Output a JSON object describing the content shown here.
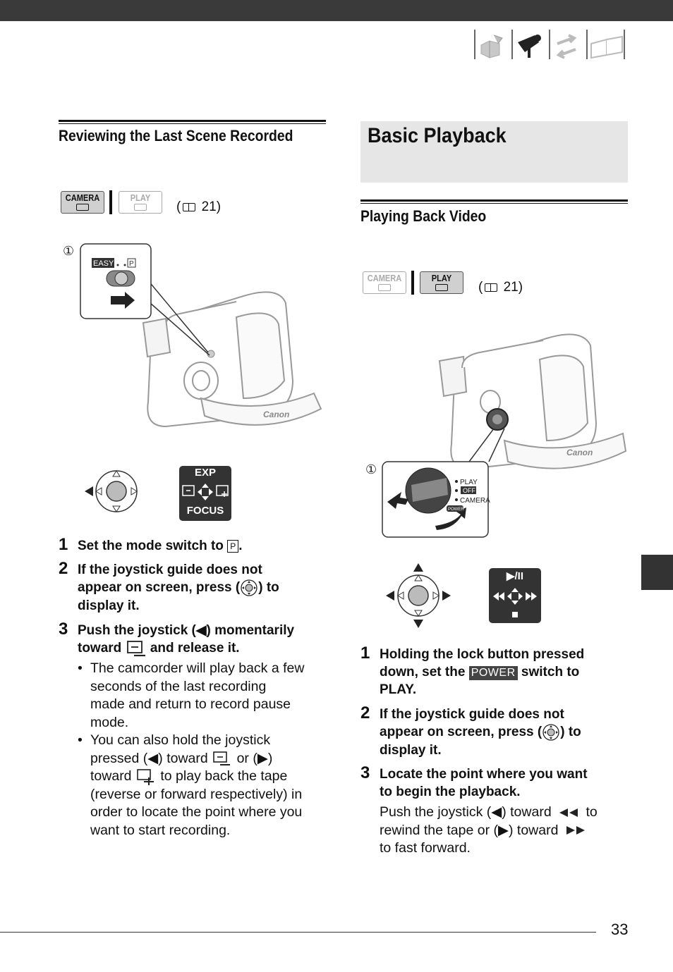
{
  "header": {
    "nav_icons": [
      "intro-box-icon",
      "camcorder-icon",
      "transfer-arrows-icon",
      "book-icon"
    ]
  },
  "left": {
    "section_title": "Reviewing the Last Scene Recorded",
    "mode_badges": {
      "camera": "CAMERA",
      "play": "PLAY",
      "active": "camera"
    },
    "ref": "21",
    "figure": {
      "callout": "①",
      "switch_easy": "EASY",
      "switch_p": "P",
      "brand": "Canon"
    },
    "guide": {
      "exp": "EXP",
      "focus": "FOCUS"
    },
    "steps": [
      {
        "num": "1",
        "text_before": "Set the mode switch to",
        "symbol": "P",
        "text_after": "."
      },
      {
        "num": "2",
        "line1": "If the joystick guide does not",
        "line2_before": "appear on screen, press (",
        "line2_after": ") to",
        "line3": "display it."
      },
      {
        "num": "3",
        "line1": "Push the joystick (◀) momentarily",
        "line2_before": "toward",
        "line2_after": "and release it."
      }
    ],
    "bullets": {
      "b1": [
        "The camcorder will play back a few",
        "seconds of the last recording",
        "made and return to record pause",
        "mode."
      ],
      "b2_l1": "You can also hold the joystick",
      "b2_l2_a": "pressed (◀) toward",
      "b2_l2_b": "or (▶)",
      "b2_l3_a": "toward",
      "b2_l3_b": "to play back the tape",
      "b2_rest": [
        "(reverse or forward respectively) in",
        "order to locate the point where you",
        "want to start recording."
      ]
    }
  },
  "right": {
    "chapter_title": "Basic Playback",
    "section_title": "Playing Back Video",
    "mode_badges": {
      "camera": "CAMERA",
      "play": "PLAY",
      "active": "play"
    },
    "ref": "21",
    "figure": {
      "callout": "①",
      "play": "PLAY",
      "off": "OFF",
      "camera": "CAMERA",
      "power": "POWER",
      "brand": "Canon"
    },
    "guide": {
      "play_pause": "▶/II"
    },
    "steps": [
      {
        "num": "1",
        "line1": "Holding the lock button pressed",
        "line2_before": "down, set the",
        "power": "POWER",
        "line2_after": "switch to",
        "line3": "PLAY."
      },
      {
        "num": "2",
        "line1": "If the joystick guide does not",
        "line2_before": "appear on screen, press (",
        "line2_after": ") to",
        "line3": "display it."
      },
      {
        "num": "3",
        "line1": "Locate the point where you want",
        "line2": "to begin the playback."
      }
    ],
    "body": {
      "l1_a": "Push the joystick (◀) toward",
      "l1_b": "to",
      "l2_a": "rewind the tape or (▶) toward",
      "l3": "to fast forward."
    }
  },
  "footer": {
    "page_number": "33"
  }
}
